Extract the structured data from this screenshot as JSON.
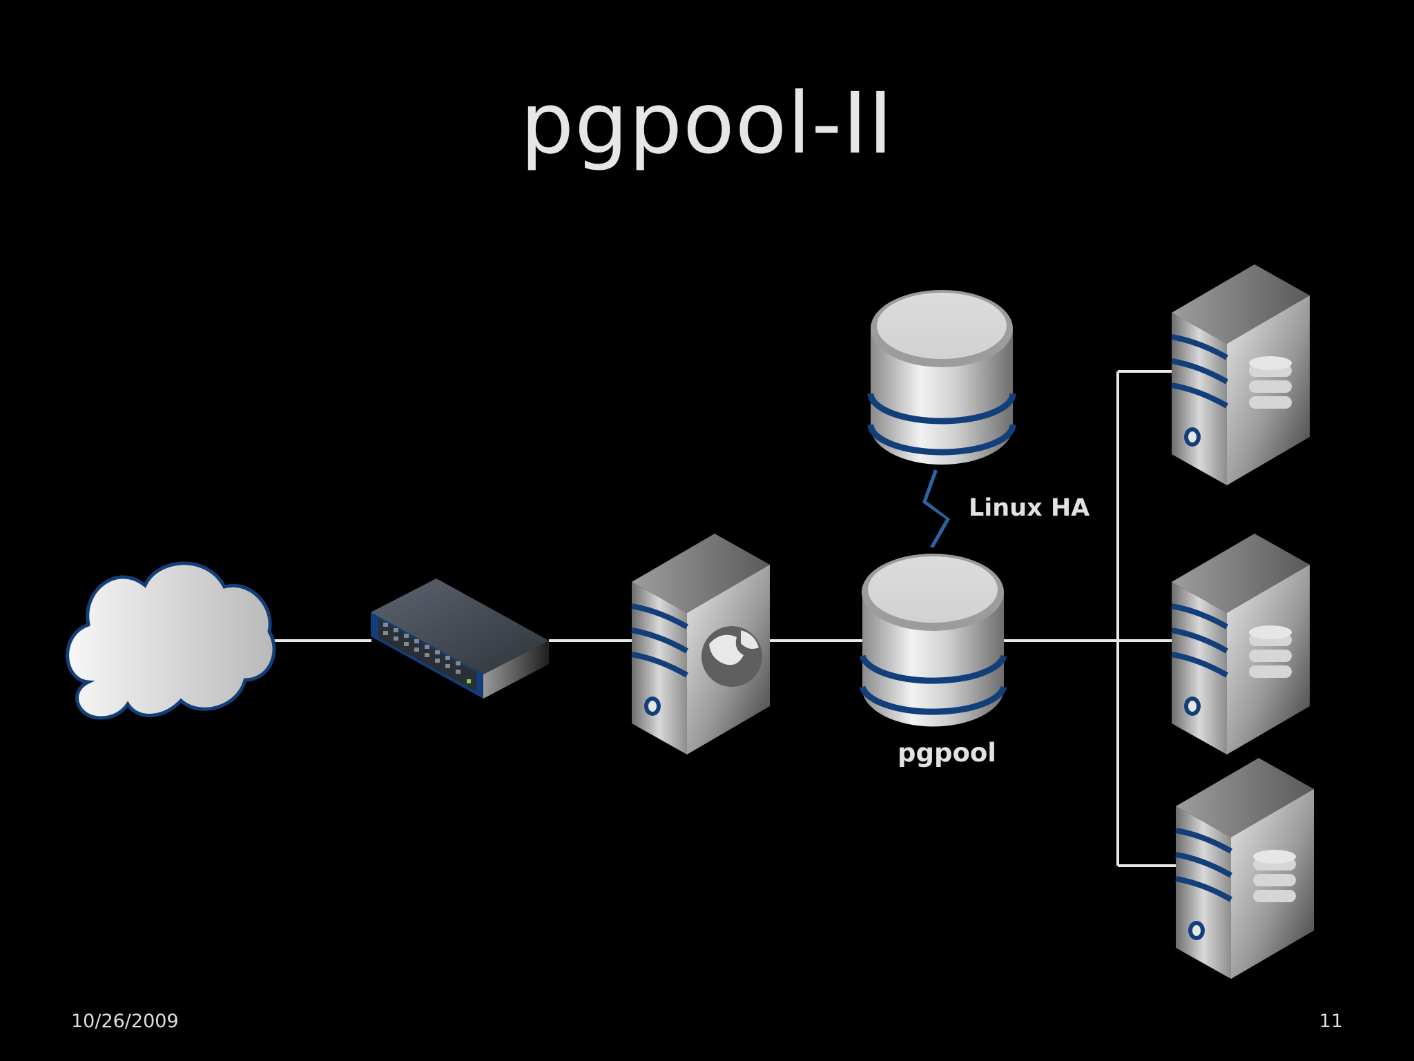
{
  "slide": {
    "title": "pgpool-II",
    "date": "10/26/2009",
    "page_number": "11"
  },
  "diagram": {
    "labels": {
      "ha": "Linux HA",
      "pool": "pgpool"
    },
    "nodes": [
      {
        "name": "internet-cloud",
        "icon": "cloud-icon"
      },
      {
        "name": "network-switch",
        "icon": "switch-icon"
      },
      {
        "name": "web-server",
        "icon": "web-server-icon"
      },
      {
        "name": "pgpool-standby",
        "icon": "database-icon"
      },
      {
        "name": "pgpool-primary",
        "icon": "database-icon"
      },
      {
        "name": "db-server-1",
        "icon": "db-server-icon"
      },
      {
        "name": "db-server-2",
        "icon": "db-server-icon"
      },
      {
        "name": "db-server-3",
        "icon": "db-server-icon"
      }
    ],
    "colors": {
      "background": "#000000",
      "accent_blue": "#123f7a",
      "connector": "#e8e8e8"
    }
  }
}
